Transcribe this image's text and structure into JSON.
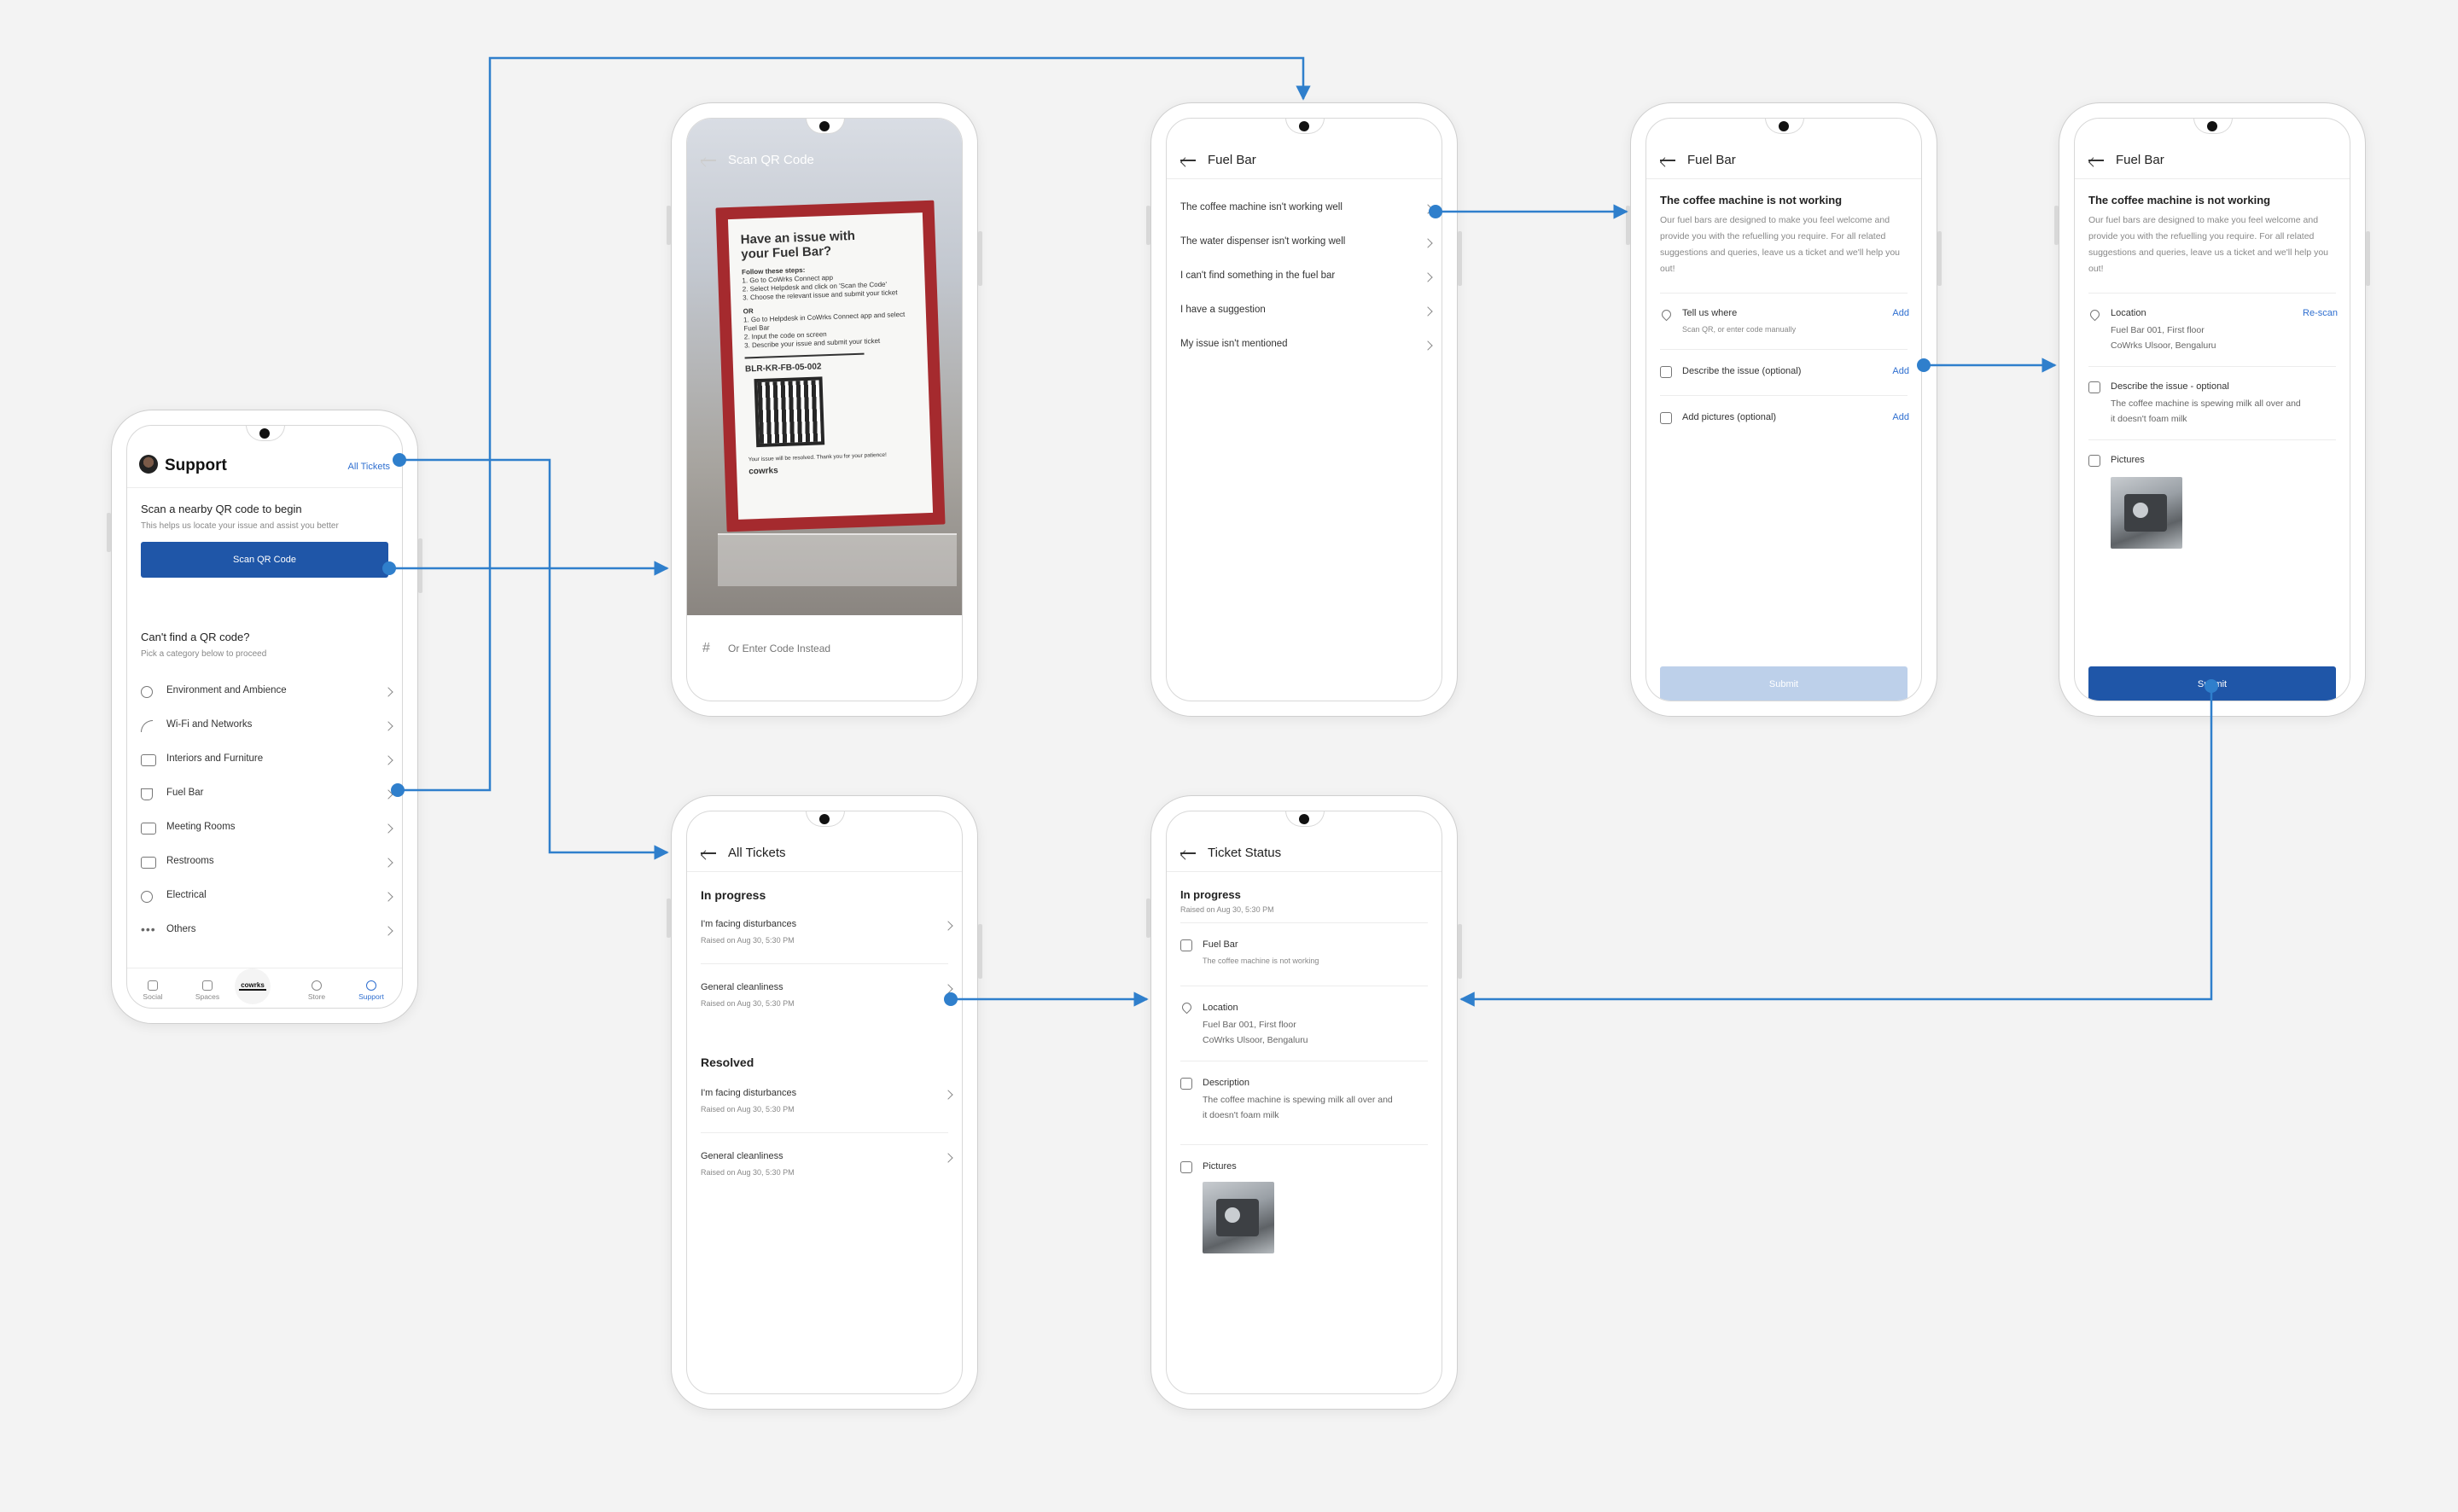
{
  "support": {
    "title": "Support",
    "all_tickets": "All Tickets",
    "scan_heading": "Scan a nearby QR code to begin",
    "scan_sub": "This helps us locate your issue and assist you better",
    "scan_button": "Scan QR Code",
    "cant_find": "Can't find a QR code?",
    "pick_category": "Pick a category below to proceed",
    "categories": [
      {
        "label": "Environment and Ambience",
        "icon": "bulb-icon"
      },
      {
        "label": "Wi-Fi and Networks",
        "icon": "wifi-icon"
      },
      {
        "label": "Interiors and Furniture",
        "icon": "furniture-icon"
      },
      {
        "label": "Fuel Bar",
        "icon": "cup-icon"
      },
      {
        "label": "Meeting Rooms",
        "icon": "meeting-icon"
      },
      {
        "label": "Restrooms",
        "icon": "restroom-icon"
      },
      {
        "label": "Electrical",
        "icon": "plug-icon"
      },
      {
        "label": "Others",
        "icon": "dots-icon"
      }
    ],
    "tabs": [
      {
        "label": "Social",
        "icon": "home-icon"
      },
      {
        "label": "Spaces",
        "icon": "grid-icon"
      },
      {
        "label": "cowrks",
        "icon": "logo-icon"
      },
      {
        "label": "Store",
        "icon": "store-icon"
      },
      {
        "label": "Support",
        "icon": "headset-icon"
      }
    ]
  },
  "scan": {
    "title": "Scan QR Code",
    "placeholder": "Or Enter Code Instead",
    "sign": {
      "heading": "Have an issue with your Fuel Bar?",
      "follow": "Follow these steps:",
      "steps": [
        "1. Go to CoWrks Connect app",
        "2. Select Helpdesk and click on 'Scan the Code'",
        "3. Choose the relevant issue and submit your ticket"
      ],
      "or": "OR",
      "alt_steps": [
        "1. Go to Helpdesk in CoWrks Connect app and select Fuel Bar",
        "2. Input the code on screen",
        "3. Describe your issue and submit your ticket"
      ],
      "code": "BLR-KR-FB-05-002",
      "footer": "Your issue will be resolved. Thank you for your patience!",
      "brand": "cowrks"
    }
  },
  "fuel_bar_list": {
    "title": "Fuel Bar",
    "items": [
      "The coffee machine isn't working well",
      "The water dispenser isn't working well",
      "I can't find something in the fuel bar",
      "I have a suggestion",
      "My issue isn't mentioned"
    ]
  },
  "issue_form": {
    "title": "Fuel Bar",
    "heading": "The coffee machine is not working",
    "desc": "Our fuel bars are designed to make you feel welcome and provide you with the refuelling you require. For all related suggestions and queries, leave us a ticket and we'll help you out!",
    "tell_where": "Tell us where",
    "tell_where_sub": "Scan QR, or enter code manually",
    "describe": "Describe the issue (optional)",
    "pictures": "Add pictures (optional)",
    "add": "Add",
    "submit": "Submit"
  },
  "issue_filled": {
    "title": "Fuel Bar",
    "heading": "The coffee machine is not working",
    "desc": "Our fuel bars are designed to make you feel welcome and provide you with the refuelling you require. For all related suggestions and queries, leave us a ticket and we'll help you out!",
    "location": "Location",
    "rescan": "Re-scan",
    "location_line1": "Fuel Bar 001, First floor",
    "location_line2": "CoWrks Ulsoor, Bengaluru",
    "describe": "Describe the issue - optional",
    "describe_line1": "The coffee machine is spewing milk all over and",
    "describe_line2": "it doesn't foam milk",
    "pictures": "Pictures",
    "submit": "Submit"
  },
  "all_tickets": {
    "title": "All Tickets",
    "in_progress": "In progress",
    "resolved": "Resolved",
    "in_progress_items": [
      {
        "title": "I'm facing disturbances",
        "date": "Raised on Aug 30, 5:30 PM"
      },
      {
        "title": "General cleanliness",
        "date": "Raised on Aug 30, 5:30 PM"
      }
    ],
    "resolved_items": [
      {
        "title": "I'm facing disturbances",
        "date": "Raised on Aug 30, 5:30 PM"
      },
      {
        "title": "General cleanliness",
        "date": "Raised on Aug 30, 5:30 PM"
      }
    ]
  },
  "ticket_status": {
    "title": "Ticket Status",
    "status": "In progress",
    "date": "Raised on Aug 30, 5:30 PM",
    "category": "Fuel Bar",
    "category_sub": "The coffee machine is not working",
    "location": "Location",
    "location_line1": "Fuel Bar 001, First floor",
    "location_line2": "CoWrks Ulsoor, Bengaluru",
    "description": "Description",
    "description_line1": "The coffee machine is spewing milk all over and",
    "description_line2": "it doesn't foam milk",
    "pictures": "Pictures"
  },
  "colors": {
    "primary": "#1f56a8",
    "accent": "#2f6fd0",
    "disabled": "#bdd0ea",
    "flow": "#2f7fcc"
  }
}
